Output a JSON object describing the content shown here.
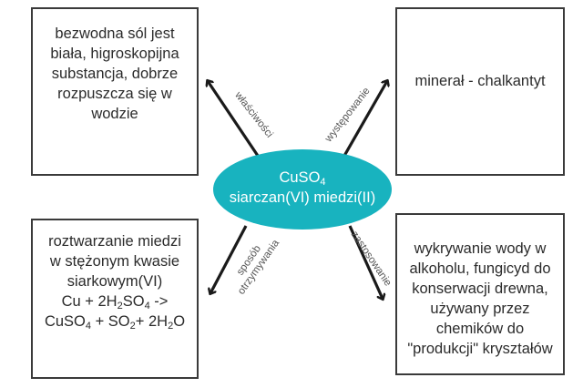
{
  "center": {
    "formula_main": "CuSO",
    "formula_sub": "4",
    "name": "siarczan(VI) miedzi(II)"
  },
  "relations": {
    "properties": "właściwości",
    "occurrence": "występowanie",
    "preparation_line1": "sposób",
    "preparation_line2": "otrzymywania",
    "application": "zastosowanie"
  },
  "boxes": {
    "properties": {
      "lines": [
        "bezwodna sól jest",
        "biała, higroskopijna",
        "substancja, dobrze",
        "rozpuszcza się w",
        "wodzie"
      ]
    },
    "occurrence": {
      "text": "minerał - chalkantyt"
    },
    "preparation": {
      "lines": [
        "roztwarzanie miedzi",
        "w stężonym kwasie",
        "siarkowym(VI)"
      ],
      "eq1": {
        "a": "Cu + 2H",
        "b": "2",
        "c": "SO",
        "d": "4",
        "e": " ->"
      },
      "eq2": {
        "a": "CuSO",
        "b": "4",
        "c": " + SO",
        "d": "2",
        "e": "+ 2H",
        "f": "2",
        "g": "O"
      }
    },
    "application": {
      "lines": [
        "wykrywanie wody w",
        "alkoholu, fungicyd do",
        "konserwacji drewna,",
        "używany przez",
        "chemików do",
        "\"produkcji\" kryształów"
      ]
    }
  },
  "colors": {
    "hub_fill": "#18b3bf",
    "hub_text": "#ffffff",
    "arrow": "#1a1a1a",
    "border": "#3a3a3a"
  }
}
